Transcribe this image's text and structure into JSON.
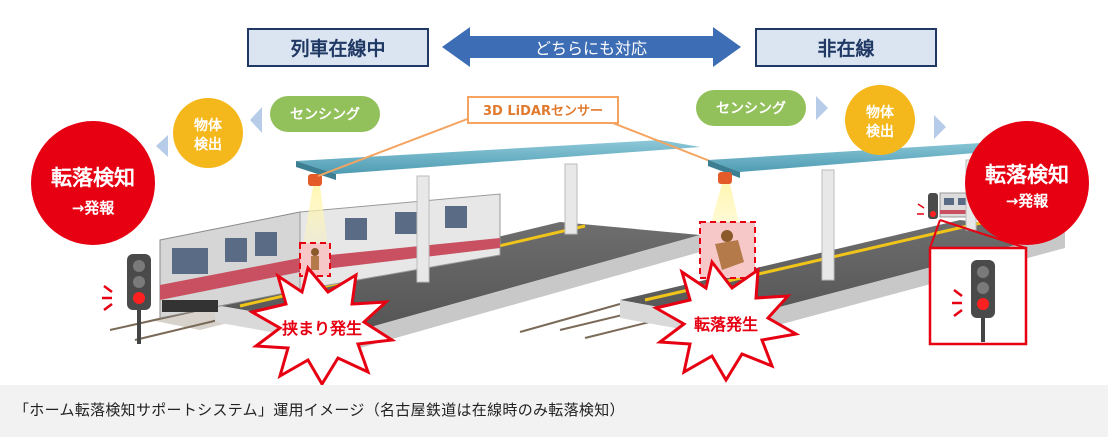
{
  "header": {
    "left_state": "列車在線中",
    "middle": "どちらにも対応",
    "right_state": "非在線"
  },
  "labels": {
    "sensing": "センシング",
    "object_detect_line1": "物体",
    "object_detect_line2": "検出",
    "lidar": "3D LiDARセンサー",
    "fall_detect": "転落検知",
    "alarm": "→発報",
    "caught_event": "挟まり発生",
    "fall_event": "転落発生"
  },
  "caption": "「ホーム転落検知サポートシステム」運用イメージ（名古屋鉄道は在線時のみ転落検知）",
  "colors": {
    "banner_fill": "#dbe5f1",
    "banner_stroke": "#1f3864",
    "arrow_blue": "#3d6db5",
    "sensing_green": "#92c05a",
    "detect_yellow": "#f5b81c",
    "alert_red": "#e60012",
    "lidar_orange": "#f4a460",
    "roof_teal": "#5aa9bd"
  }
}
